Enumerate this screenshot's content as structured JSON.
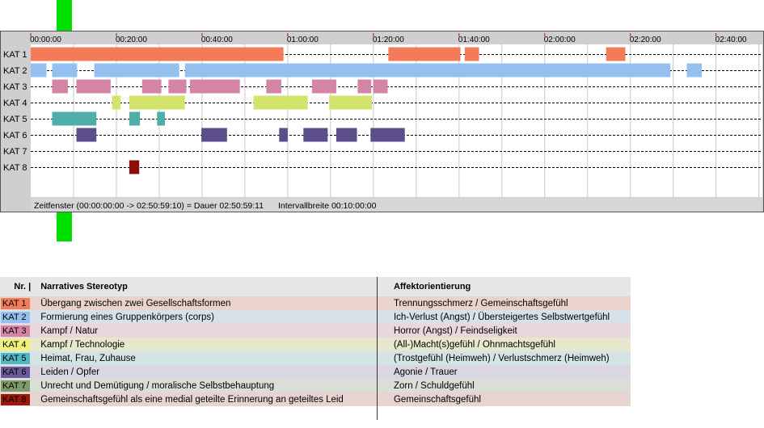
{
  "chart_data": {
    "type": "timeline",
    "x_unit": "hh:mm:ss",
    "x_range_seconds": [
      0,
      10260
    ],
    "tick_labels": [
      "00:00:00",
      "00:20:00",
      "00:40:00",
      "01:00:00",
      "01:20:00",
      "01:40:00",
      "02:00:00",
      "02:20:00",
      "02:40:00"
    ],
    "categories": [
      {
        "label": "KAT 1",
        "color": "#f47b5a",
        "segments": [
          [
            0,
            3540
          ],
          [
            5010,
            6020
          ],
          [
            6080,
            6280
          ],
          [
            8060,
            8330
          ]
        ]
      },
      {
        "label": "KAT 2",
        "color": "#94c0ef",
        "segments": [
          [
            0,
            220
          ],
          [
            300,
            650
          ],
          [
            890,
            2080
          ],
          [
            2160,
            5160
          ],
          [
            5160,
            8960
          ],
          [
            9190,
            9400
          ]
        ]
      },
      {
        "label": "KAT 3",
        "color": "#d485a6",
        "segments": [
          [
            300,
            520
          ],
          [
            640,
            1120
          ],
          [
            1560,
            1830
          ],
          [
            1930,
            2180
          ],
          [
            2230,
            2930
          ],
          [
            3300,
            3510
          ],
          [
            3940,
            4280
          ],
          [
            4580,
            4770
          ],
          [
            4800,
            5000
          ]
        ]
      },
      {
        "label": "KAT 4",
        "color": "#d4e36b",
        "segments": [
          [
            1140,
            1260
          ],
          [
            1380,
            2160
          ],
          [
            3120,
            3880
          ],
          [
            4180,
            4780
          ]
        ]
      },
      {
        "label": "KAT 5",
        "color": "#4faeaa",
        "segments": [
          [
            300,
            920
          ],
          [
            1380,
            1530
          ],
          [
            1770,
            1880
          ]
        ]
      },
      {
        "label": "KAT 6",
        "color": "#5b4e8a",
        "segments": [
          [
            640,
            920
          ],
          [
            2390,
            2750
          ],
          [
            3480,
            3600
          ],
          [
            3820,
            4160
          ],
          [
            4280,
            4570
          ],
          [
            4760,
            5240
          ]
        ]
      },
      {
        "label": "KAT 7",
        "color": "#7f9a6a",
        "segments": []
      },
      {
        "label": "KAT 8",
        "color": "#8b0e08",
        "segments": [
          [
            1380,
            1520
          ]
        ]
      }
    ]
  },
  "status": {
    "window_text": "Zeitfenster (00:00:00:00 -> 02:50:59:10) = Dauer 02:50:59:11",
    "interval_text": "Intervallbreite 00:10:00:00"
  },
  "legend": {
    "header_nr": "Nr. |",
    "header_stereotyp": "Narratives Stereotyp",
    "header_affekt": "Affektorientierung",
    "rows": [
      {
        "kat": "KAT 1",
        "color": "#f47b5a",
        "bg": "#ead3cb",
        "stereotyp": "Übergang zwischen zwei Gesellschaftsformen",
        "affekt": "Trennungsschmerz / Gemeinschaftsgefühl"
      },
      {
        "kat": "KAT 2",
        "color": "#94c0ef",
        "bg": "#d8e0ea",
        "stereotyp": "Formierung eines Gruppenkörpers (corps)",
        "affekt": "Ich-Verlust (Angst) / Übersteigertes Selbstwertgefühl"
      },
      {
        "kat": "KAT 3",
        "color": "#d485a6",
        "bg": "#e9d7dd",
        "stereotyp": "Kampf / Natur",
        "affekt": "Horror (Angst) / Feindseligkeit"
      },
      {
        "kat": "KAT 4",
        "color": "#f0f07a",
        "bg": "#e6e8cd",
        "stereotyp": "Kampf / Technologie",
        "affekt": "(All-)Macht(s)gefühl / Ohnmachtsgefühl"
      },
      {
        "kat": "KAT 5",
        "color": "#4fb8c0",
        "bg": "#d3e4e2",
        "stereotyp": "Heimat, Frau, Zuhause",
        "affekt": "(Trostgefühl (Heimweh) / Verlustschmerz (Heimweh)"
      },
      {
        "kat": "KAT 6",
        "color": "#6a5a9a",
        "bg": "#dad6e2",
        "stereotyp": "Leiden / Opfer",
        "affekt": "Agonie / Trauer"
      },
      {
        "kat": "KAT 7",
        "color": "#7f9a6a",
        "bg": "#dadfd5",
        "stereotyp": "Unrecht und Demütigung / moralische Selbstbehauptung",
        "affekt": "Zorn / Schuldgefühl"
      },
      {
        "kat": "KAT 8",
        "color": "#9a1a0a",
        "bg": "#e7d3d1",
        "stereotyp": "Gemeinschaftsgefühl als eine medial geteilte Erinnerung an geteiltes Leid",
        "affekt": "Gemeinschaftsgefühl"
      }
    ]
  }
}
